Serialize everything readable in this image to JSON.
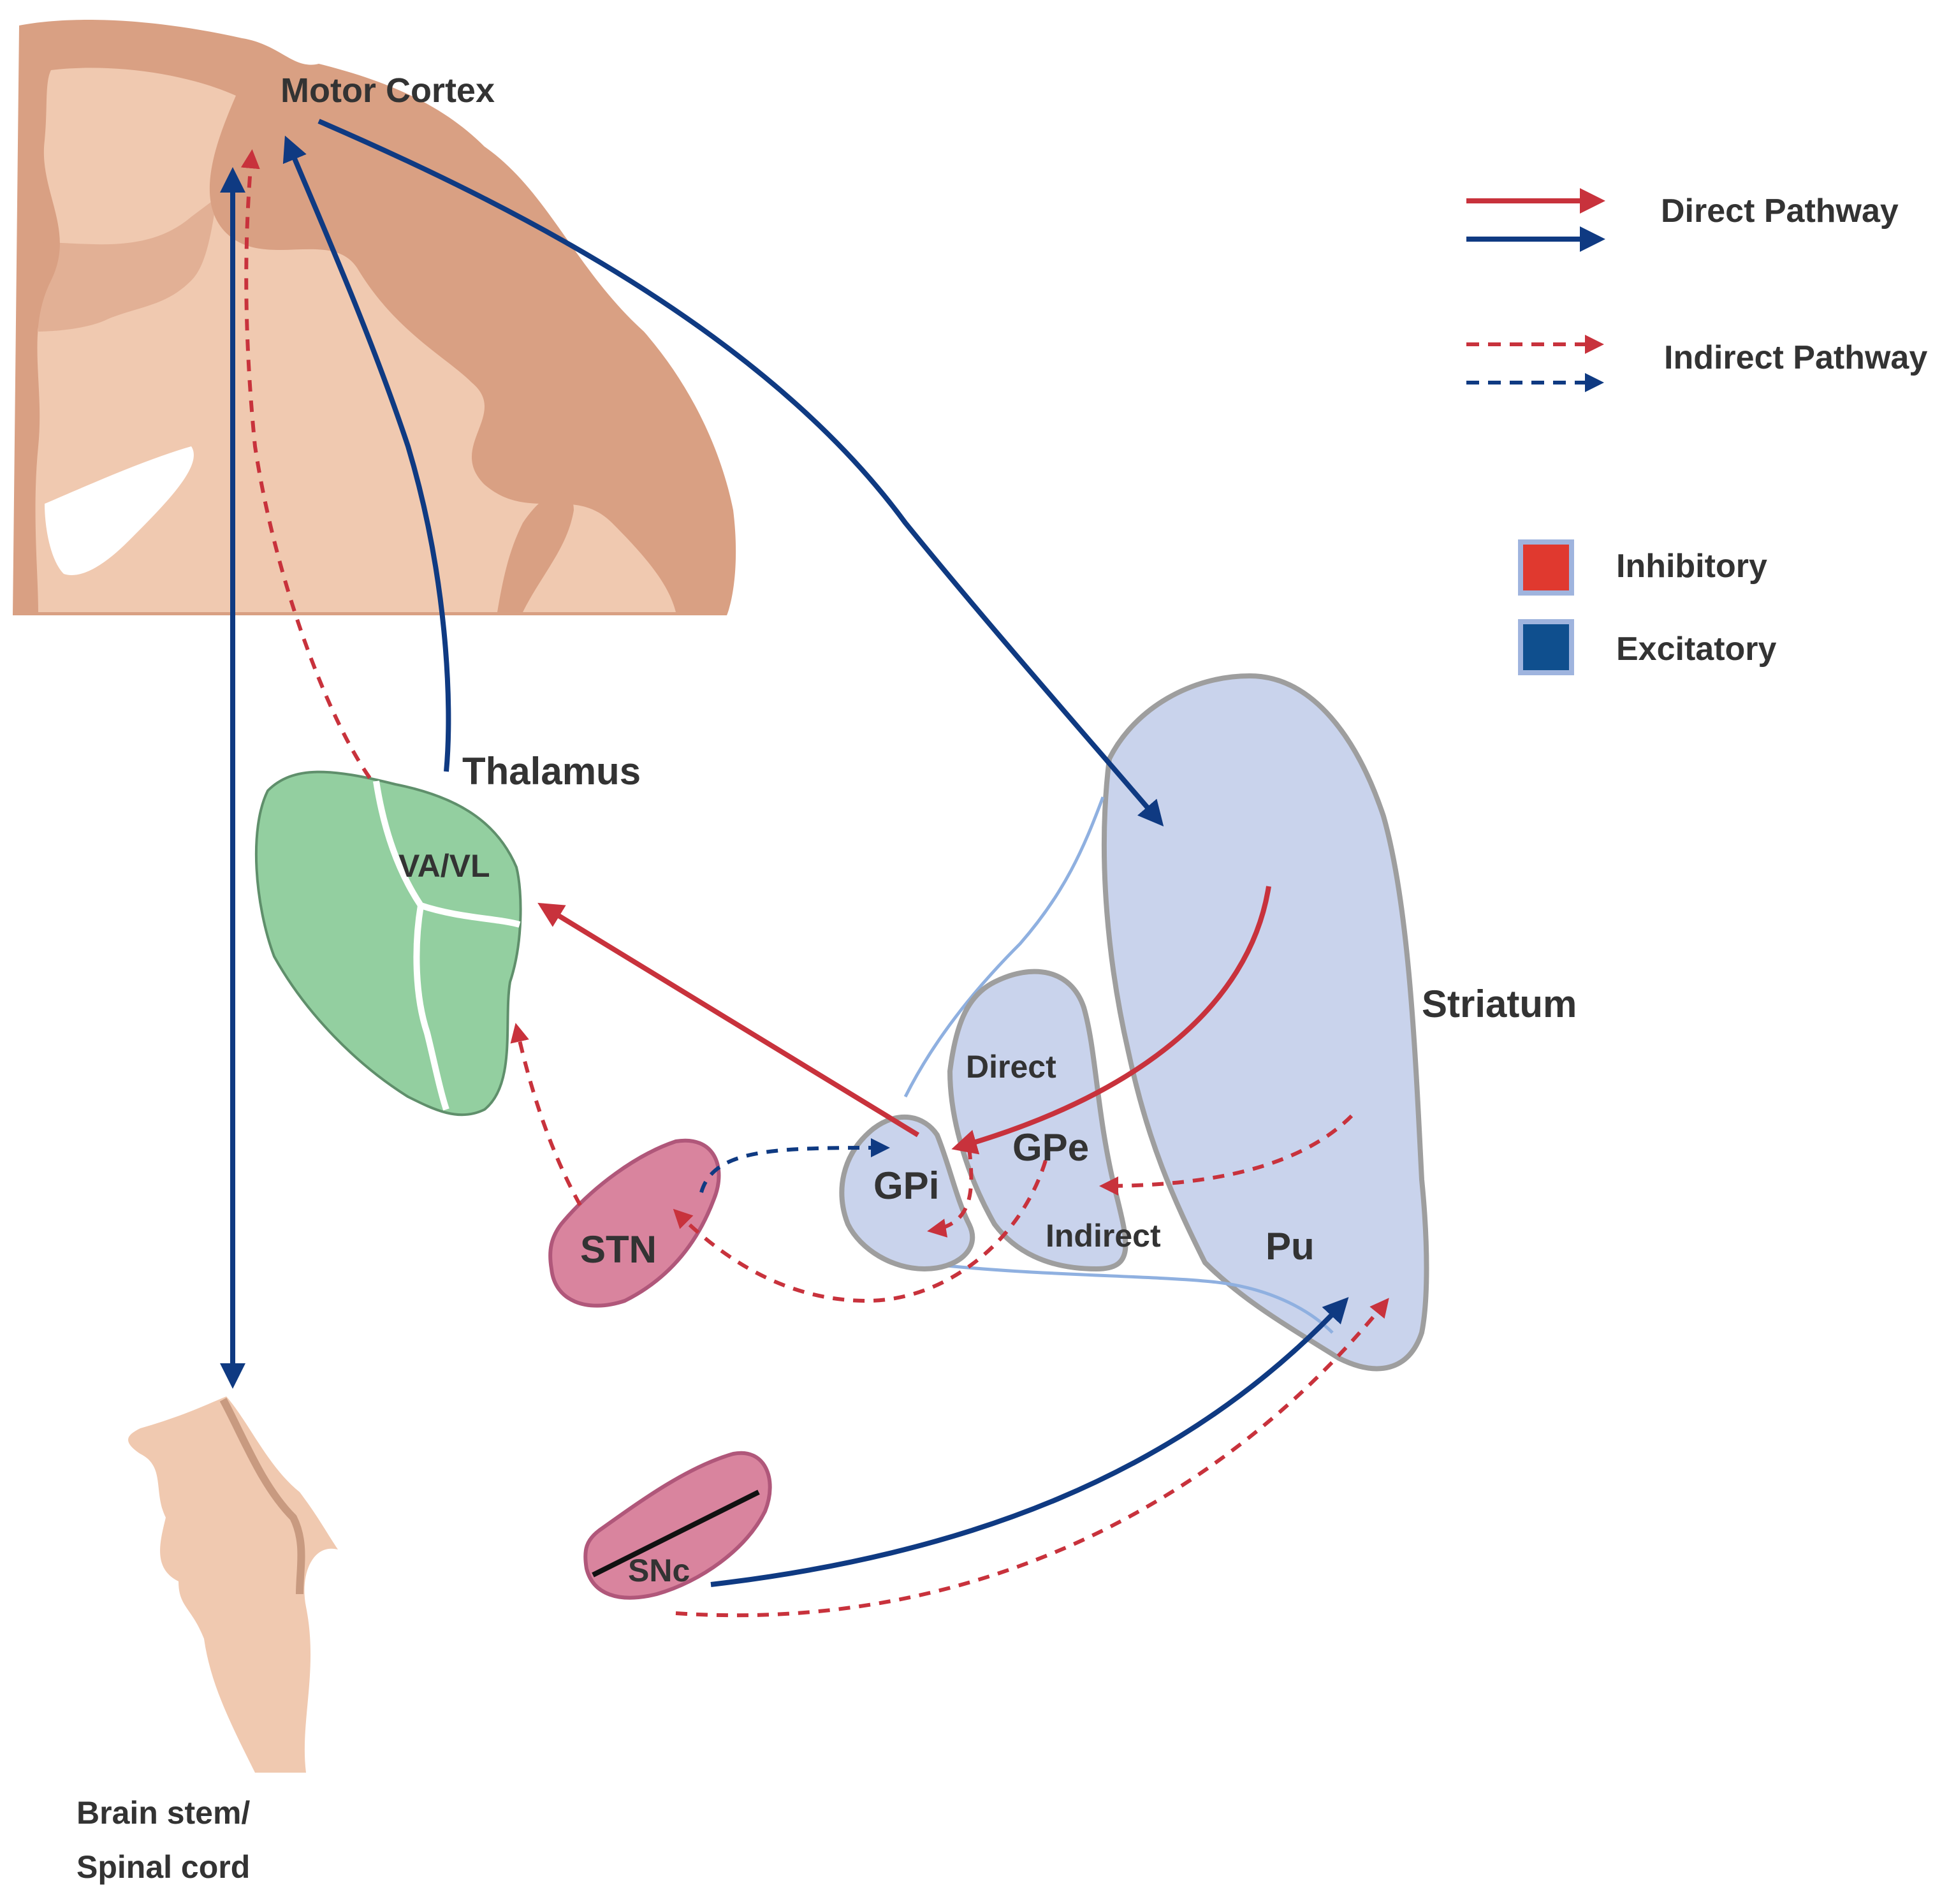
{
  "labels": {
    "motor_cortex": "Motor Cortex",
    "thalamus": "Thalamus",
    "va_vl": "VA/VL",
    "striatum": "Striatum",
    "direct": "Direct",
    "gpe": "GPe",
    "gpi": "GPi",
    "indirect": "Indirect",
    "pu": "Pu",
    "stn": "STN",
    "snc": "SNc",
    "brain_stem_line1": "Brain stem/",
    "brain_stem_line2": "Spinal cord"
  },
  "legend": {
    "direct_pathway": "Direct Pathway",
    "indirect_pathway": "Indirect Pathway",
    "inhibitory": "Inhibitory",
    "excitatory": "Excitatory"
  },
  "colors": {
    "inhibitory": "#c8323c",
    "excitatory": "#0f3a82",
    "cortex_outer": "#d9a083",
    "cortex_inner": "#f0c9b0",
    "thalamus": "#93cfa0",
    "striatum": "#c9d3ec",
    "stn_snc": "#d9849e",
    "brainstem": "#f0c9b0"
  },
  "connections": [
    {
      "from": "Motor Cortex",
      "to": "Striatum",
      "pathway": "direct",
      "type": "excitatory"
    },
    {
      "from": "Thalamus",
      "to": "Motor Cortex",
      "pathway": "direct",
      "type": "excitatory"
    },
    {
      "from": "Thalamus",
      "to": "Motor Cortex",
      "pathway": "indirect",
      "type": "inhibitory"
    },
    {
      "from": "Motor Cortex",
      "to": "Brain stem/Spinal cord",
      "pathway": "direct",
      "type": "excitatory"
    },
    {
      "from": "GPi",
      "to": "Thalamus",
      "pathway": "direct",
      "type": "inhibitory"
    },
    {
      "from": "Striatum",
      "to": "GPi",
      "pathway": "direct",
      "type": "inhibitory"
    },
    {
      "from": "Striatum",
      "to": "GPe",
      "pathway": "indirect",
      "type": "inhibitory"
    },
    {
      "from": "GPe",
      "to": "GPi",
      "pathway": "indirect",
      "type": "inhibitory"
    },
    {
      "from": "GPe",
      "to": "STN",
      "pathway": "indirect",
      "type": "inhibitory"
    },
    {
      "from": "STN",
      "to": "GPi",
      "pathway": "indirect",
      "type": "excitatory"
    },
    {
      "from": "STN",
      "to": "Thalamus",
      "pathway": "indirect",
      "type": "inhibitory"
    },
    {
      "from": "SNc",
      "to": "Striatum",
      "pathway": "direct",
      "type": "excitatory"
    },
    {
      "from": "SNc",
      "to": "Striatum",
      "pathway": "indirect",
      "type": "inhibitory"
    }
  ]
}
